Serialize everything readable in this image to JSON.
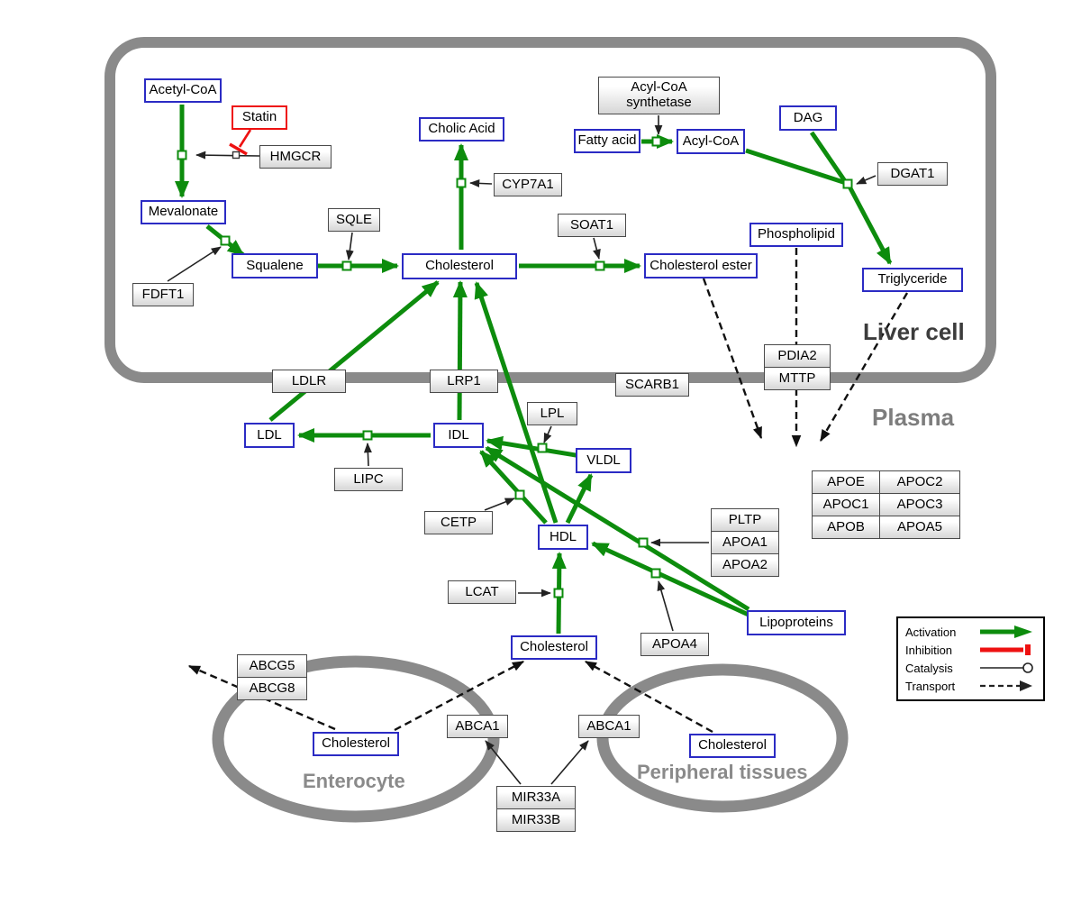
{
  "regions": {
    "liver": "Liver cell",
    "plasma": "Plasma",
    "enterocyte": "Enterocyte",
    "peripheral": "Peripheral tissues"
  },
  "nodes": {
    "acetyl_coa": "Acetyl-CoA",
    "statin": "Statin",
    "hmgcr": "HMGCR",
    "mevalonate": "Mevalonate",
    "fdft1": "FDFT1",
    "squalene": "Squalene",
    "sqle": "SQLE",
    "cholesterol": "Cholesterol",
    "cholic_acid": "Cholic Acid",
    "cyp7a1": "CYP7A1",
    "soat1": "SOAT1",
    "cholesterol_ester": "Cholesterol ester",
    "fatty_acid": "Fatty acid",
    "acyl_coa_synthetase": "Acyl-CoA synthetase",
    "acyl_coa": "Acyl-CoA",
    "dag": "DAG",
    "dgat1": "DGAT1",
    "phospholipid": "Phospholipid",
    "triglyceride": "Triglyceride",
    "ldlr": "LDLR",
    "lrp1": "LRP1",
    "scarb1": "SCARB1",
    "pdia2": "PDIA2",
    "mttp": "MTTP",
    "ldl": "LDL",
    "idl": "IDL",
    "lipc": "LIPC",
    "lpl": "LPL",
    "vldl": "VLDL",
    "cetp": "CETP",
    "hdl": "HDL",
    "lcat": "LCAT",
    "pltp": "PLTP",
    "apoa1": "APOA1",
    "apoa2": "APOA2",
    "apoa4": "APOA4",
    "lipoproteins": "Lipoproteins",
    "cholesterol_plasma": "Cholesterol",
    "abcg5": "ABCG5",
    "abcg8": "ABCG8",
    "cholesterol_enterocyte": "Cholesterol",
    "abca1_enterocyte": "ABCA1",
    "abca1_peripheral": "ABCA1",
    "mir33a": "MIR33A",
    "mir33b": "MIR33B",
    "cholesterol_peripheral": "Cholesterol"
  },
  "apo_table": [
    [
      "APOE",
      "APOC2"
    ],
    [
      "APOC1",
      "APOC3"
    ],
    [
      "APOB",
      "APOA5"
    ]
  ],
  "legend": {
    "activation": "Activation",
    "inhibition": "Inhibition",
    "catalysis": "Catalysis",
    "transport": "Transport"
  },
  "colors": {
    "activation": "#0d8c0d",
    "inhibition": "#ee1111",
    "metabolite_border": "#2b2bc4",
    "membrane": "#8a8a8a"
  }
}
